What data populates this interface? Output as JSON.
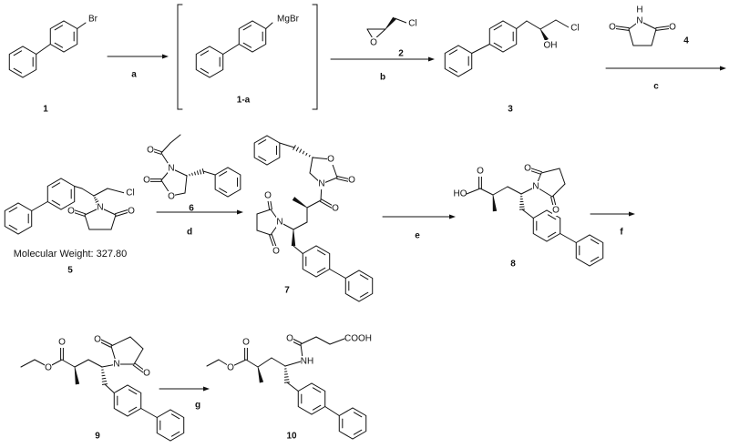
{
  "steps": [
    {
      "label": "a"
    },
    {
      "label": "b"
    },
    {
      "label": "c"
    },
    {
      "label": "d"
    },
    {
      "label": "e"
    },
    {
      "label": "f"
    },
    {
      "label": "g"
    }
  ],
  "compounds": {
    "c1": {
      "number": "1",
      "atoms": [
        "Br"
      ]
    },
    "c1a": {
      "number": "1-a",
      "atoms": [
        "MgBr"
      ]
    },
    "c2": {
      "number": "2",
      "atoms": [
        "O",
        "Cl"
      ]
    },
    "c3": {
      "number": "3",
      "atoms": [
        "OH",
        "Cl"
      ]
    },
    "c4": {
      "number": "4",
      "atoms": [
        "N",
        "H",
        "O",
        "O"
      ]
    },
    "c5": {
      "number": "5",
      "atoms": [
        "Cl",
        "N",
        "O",
        "O"
      ],
      "molecular_weight": "Molecular Weight: 327.80"
    },
    "c6": {
      "number": "6",
      "atoms": [
        "N",
        "O",
        "O",
        "O"
      ]
    },
    "c7": {
      "number": "7",
      "atoms": [
        "O",
        "N",
        "O",
        "O",
        "N",
        "O",
        "O"
      ]
    },
    "c8": {
      "number": "8",
      "atoms": [
        "HO",
        "O",
        "N",
        "O",
        "O"
      ]
    },
    "c9": {
      "number": "9",
      "atoms": [
        "O",
        "O",
        "N",
        "O",
        "O"
      ]
    },
    "c10": {
      "number": "10",
      "atoms": [
        "O",
        "O",
        "NH",
        "O",
        "COOH"
      ]
    }
  },
  "colors": {
    "ink": "#111111",
    "background": "#ffffff"
  }
}
